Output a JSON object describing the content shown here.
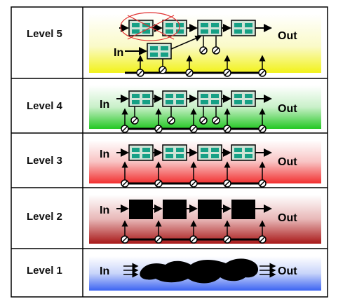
{
  "levels": [
    {
      "label": "Level 5",
      "in": "In",
      "out": "Out",
      "band_color": "#f2f21a",
      "kind": "modules-branch"
    },
    {
      "label": "Level 4",
      "in": "In",
      "out": "Out",
      "band_color": "#2fd02f",
      "kind": "modules-deep"
    },
    {
      "label": "Level 3",
      "in": "In",
      "out": "Out",
      "band_color": "#f23c3c",
      "kind": "modules"
    },
    {
      "label": "Level 2",
      "in": "In",
      "out": "Out",
      "band_color": "#b02020",
      "kind": "blackbox"
    },
    {
      "label": "Level 1",
      "in": "In",
      "out": "Out",
      "band_color": "#3c64f2",
      "kind": "blob"
    }
  ],
  "colors": {
    "module_fill": "#cfe3d6",
    "module_cell": "#16a085",
    "border": "#000000"
  },
  "icons": {
    "stepper": "circle-with-diagonal-slash",
    "crossed_ellipse": "red-ellipse-with-x"
  }
}
